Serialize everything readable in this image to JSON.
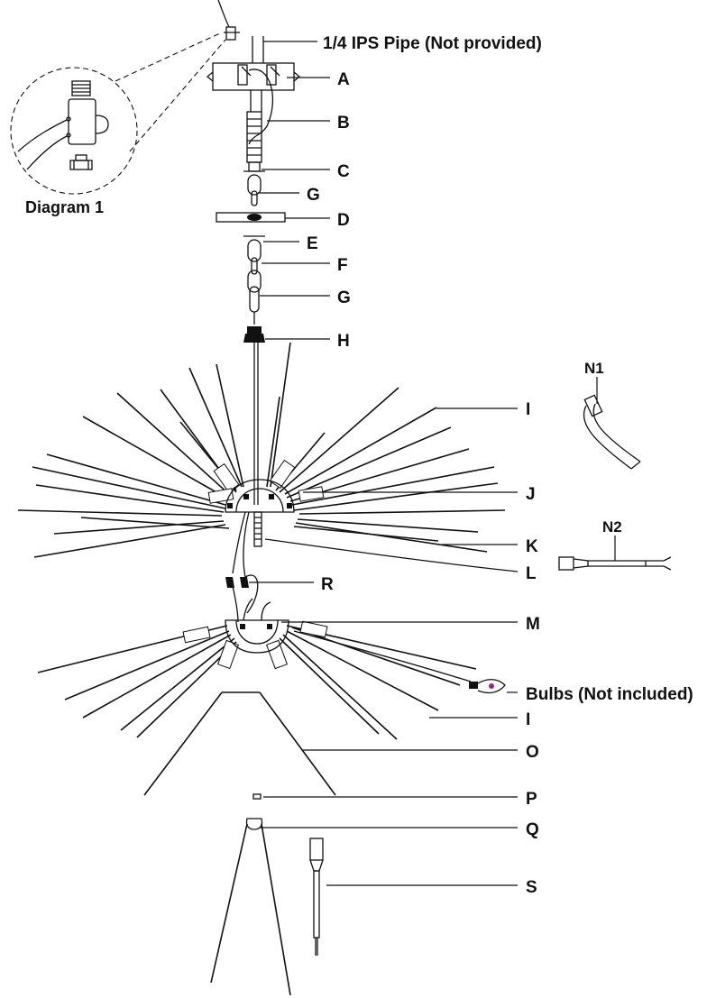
{
  "diagram": {
    "pipe_label": "1/4 IPS Pipe (Not provided)",
    "detail_label": "Diagram 1",
    "bulbs_label": "Bulbs (Not included)",
    "parts": {
      "A": "A",
      "B": "B",
      "C": "C",
      "G1": "G",
      "D": "D",
      "E": "E",
      "F": "F",
      "G2": "G",
      "H": "H",
      "I1": "I",
      "J": "J",
      "K": "K",
      "L": "L",
      "R": "R",
      "M": "M",
      "I2": "I",
      "O": "O",
      "P": "P",
      "Q": "Q",
      "S": "S",
      "N1": "N1",
      "N2": "N2"
    }
  }
}
